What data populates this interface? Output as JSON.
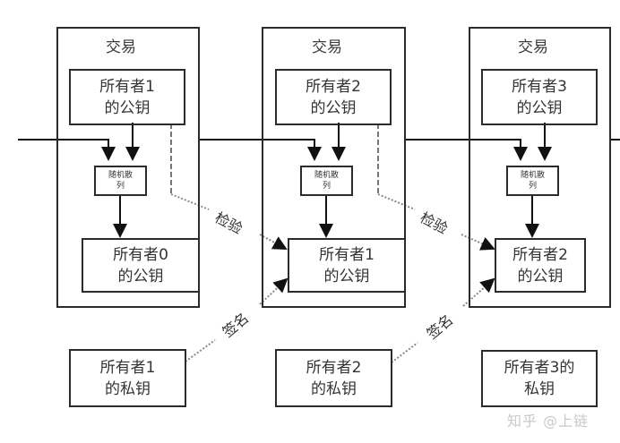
{
  "diagram": {
    "transactions": [
      {
        "title": "交易",
        "input_key": {
          "line1": "所有者1",
          "line2": "的公钥"
        },
        "hash": {
          "line1": "随机散",
          "line2": "列"
        },
        "output_key": {
          "line1": "所有者0",
          "line2": "的公钥"
        }
      },
      {
        "title": "交易",
        "input_key": {
          "line1": "所有者2",
          "line2": "的公钥"
        },
        "hash": {
          "line1": "随机散",
          "line2": "列"
        },
        "output_key": {
          "line1": "所有者1",
          "line2": "的公钥"
        }
      },
      {
        "title": "交易",
        "input_key": {
          "line1": "所有者3",
          "line2": "的公钥"
        },
        "hash": {
          "line1": "随机散",
          "line2": "列"
        },
        "output_key": {
          "line1": "所有者2",
          "line2": "的公钥"
        }
      }
    ],
    "private_keys": [
      {
        "line1": "所有者1",
        "line2": "的私钥"
      },
      {
        "line1": "所有者2",
        "line2": "的私钥"
      },
      {
        "line1": "所有者3的",
        "line2": "私钥"
      }
    ],
    "edge_labels": {
      "verify": "检验",
      "sign": "签名"
    }
  },
  "watermark": "知乎 @上链"
}
